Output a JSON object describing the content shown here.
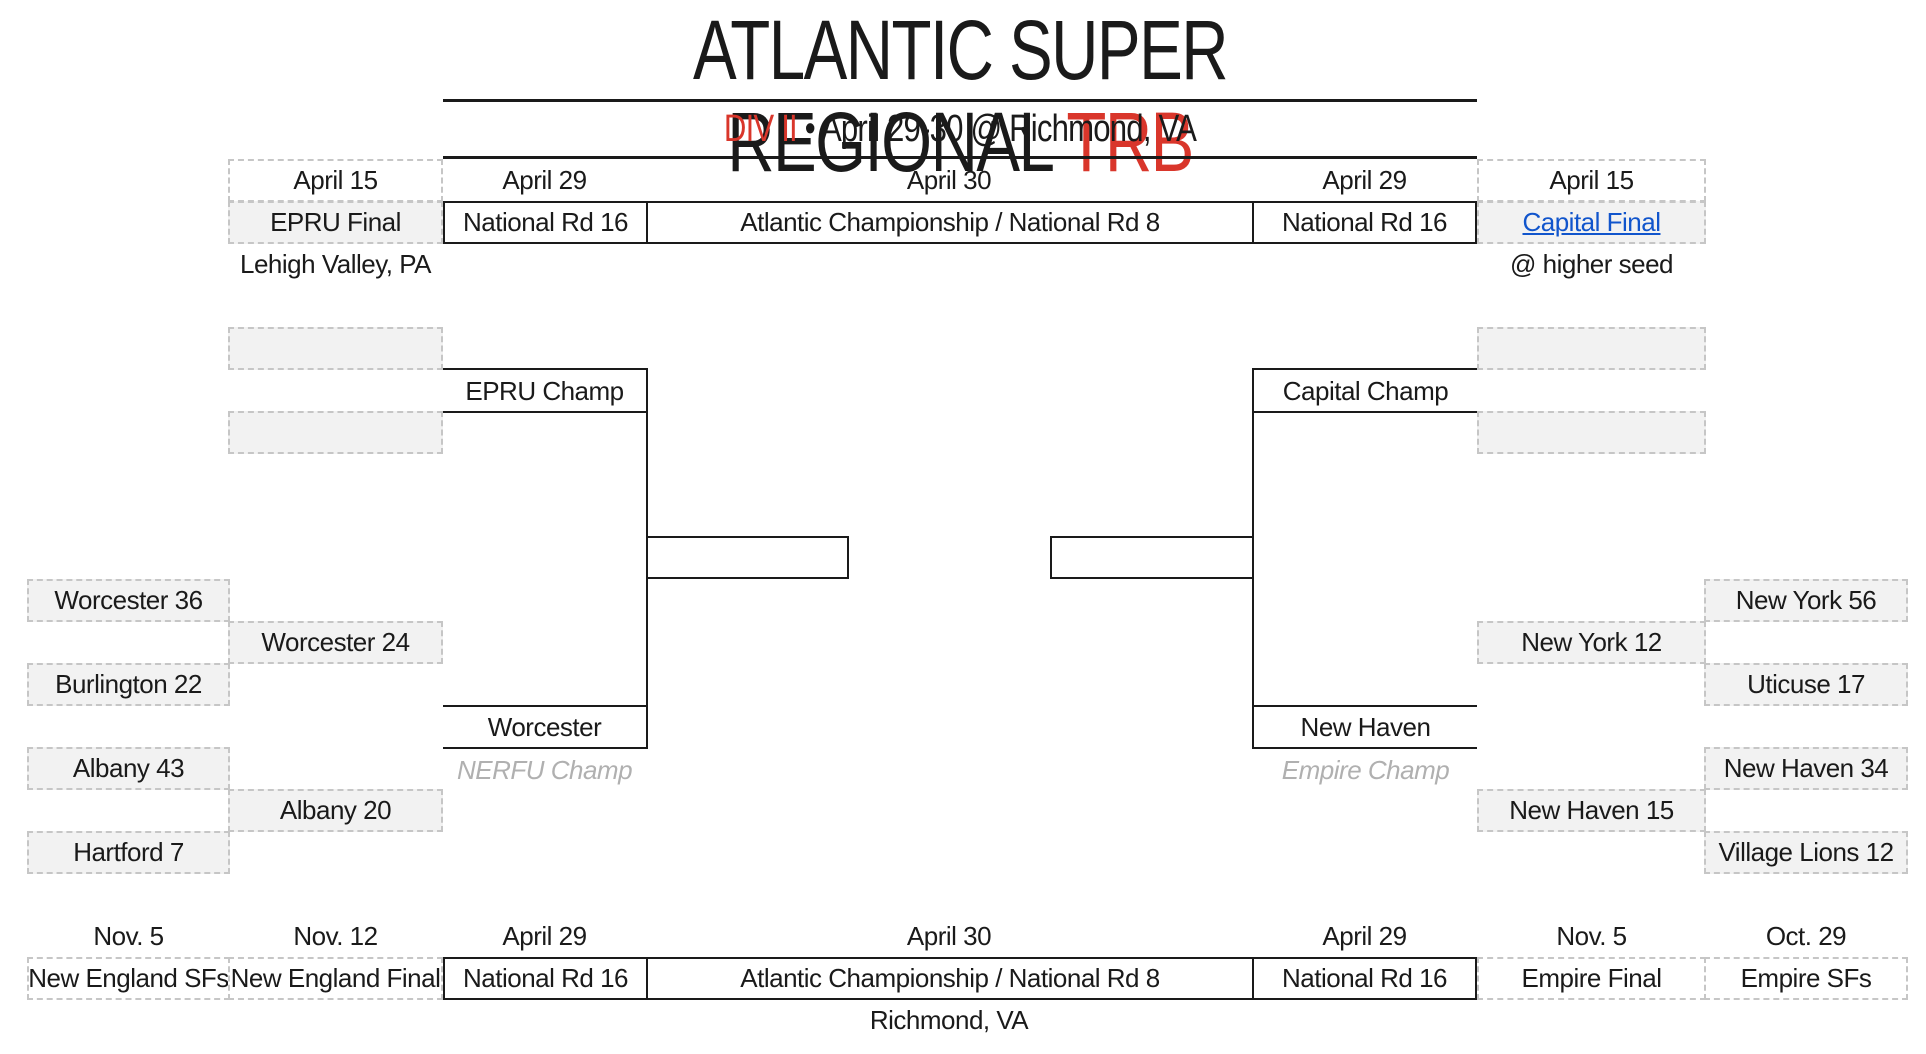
{
  "header": {
    "title_main": "ATLANTIC SUPER REGIONAL",
    "title_accent": "TRB",
    "subtitle_accent": "DIV II",
    "subtitle_rest": " • April 29-30 @ Richmond, VA"
  },
  "top": {
    "left_date": "April 15",
    "left_event": "EPRU Final",
    "left_location": "Lehigh Valley, PA",
    "left_rd16_date": "April 29",
    "left_rd16_label": "National Rd 16",
    "center_date": "April 30",
    "center_label": "Atlantic Championship / National Rd 8",
    "right_rd16_date": "April 29",
    "right_rd16_label": "National Rd 16",
    "right_date": "April 15",
    "right_event": "Capital Final",
    "right_location": "@ higher seed"
  },
  "bracket": {
    "left_champ_top": "EPRU Champ",
    "left_champ_bottom": "Worcester",
    "left_bottom_note": "NERFU Champ",
    "right_champ_top": "Capital Champ",
    "right_champ_bottom": "New Haven",
    "right_bottom_note": "Empire Champ",
    "left_sf": [
      "Worcester 36",
      "Burlington 22",
      "Albany 43",
      "Hartford 7"
    ],
    "left_final": [
      "Worcester 24",
      "Albany 20"
    ],
    "right_sf": [
      "New York 56",
      "Uticuse 17",
      "New Haven 34",
      "Village Lions 12"
    ],
    "right_final": [
      "New York 12",
      "New Haven 15"
    ]
  },
  "bottom": {
    "dates": [
      "Nov. 5",
      "Nov. 12",
      "April 29",
      "April 30",
      "April 29",
      "Nov. 5",
      "Oct. 29"
    ],
    "labels": [
      "New England SFs",
      "New England Final",
      "National Rd 16",
      "Atlantic Championship / National Rd 8",
      "National Rd 16",
      "Empire Final",
      "Empire SFs"
    ],
    "location": "Richmond, VA"
  }
}
